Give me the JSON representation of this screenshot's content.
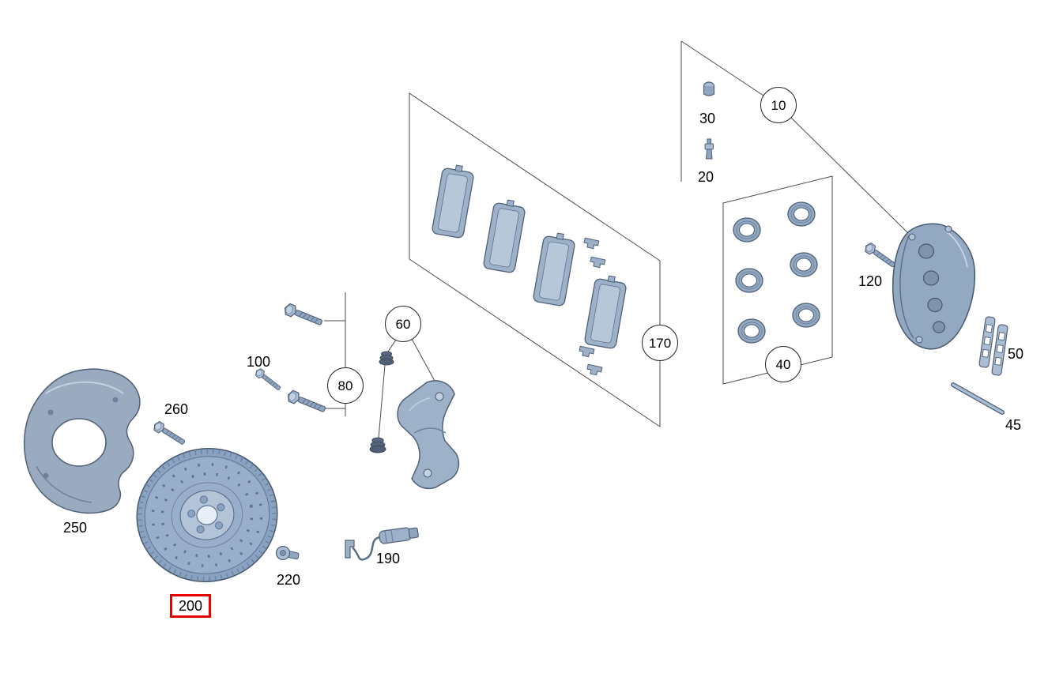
{
  "diagram": {
    "type": "exploded-parts-diagram",
    "background_color": "#ffffff",
    "part_fill_color": "#9db1c9",
    "part_outline_color": "#4f6076",
    "highlight_color": "#e60000",
    "callouts": [
      {
        "label": "10",
        "shape": "circle"
      },
      {
        "label": "20",
        "shape": "plain"
      },
      {
        "label": "30",
        "shape": "plain"
      },
      {
        "label": "40",
        "shape": "circle"
      },
      {
        "label": "45",
        "shape": "plain"
      },
      {
        "label": "50",
        "shape": "plain"
      },
      {
        "label": "60",
        "shape": "circle"
      },
      {
        "label": "80",
        "shape": "circle"
      },
      {
        "label": "100",
        "shape": "plain"
      },
      {
        "label": "120",
        "shape": "plain"
      },
      {
        "label": "170",
        "shape": "circle"
      },
      {
        "label": "190",
        "shape": "plain"
      },
      {
        "label": "200",
        "shape": "red-box",
        "highlighted": true
      },
      {
        "label": "220",
        "shape": "plain"
      },
      {
        "label": "250",
        "shape": "plain"
      },
      {
        "label": "260",
        "shape": "plain"
      }
    ]
  }
}
